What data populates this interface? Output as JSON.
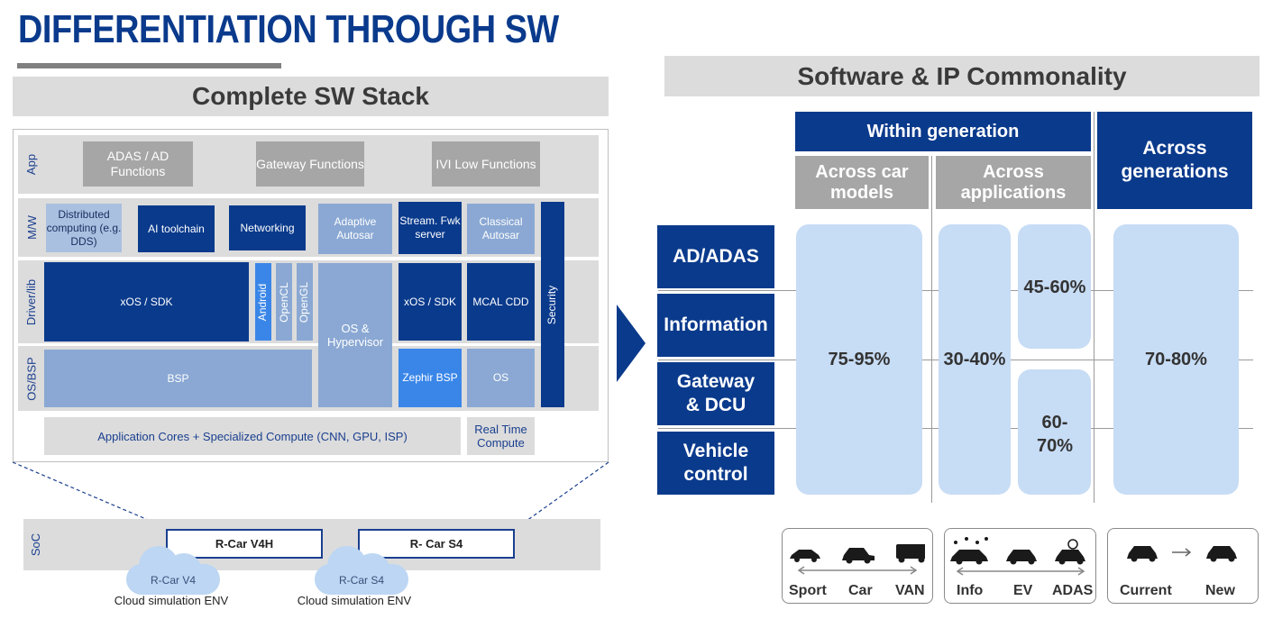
{
  "title": "DIFFERENTIATION THROUGH SW",
  "left_header": "Complete SW Stack",
  "right_header": "Software & IP Commonality",
  "bands": {
    "app": "App",
    "mw": "M/W",
    "driver": "Driver/lib",
    "osbsp": "OS/BSP",
    "soc": "SoC"
  },
  "app_boxes": {
    "adas": "ADAS / AD Functions",
    "gateway": "Gateway Functions",
    "ivi": "IVI Low Functions"
  },
  "mw_boxes": {
    "distributed": "Distributed computing (e.g. DDS)",
    "ai": "AI toolchain",
    "networking": "Networking",
    "adaptive": "Adaptive Autosar",
    "stream": "Stream. Fwk server",
    "classical": "Classical Autosar"
  },
  "security": "Security",
  "driver_boxes": {
    "xos_sdk": "xOS / SDK",
    "android": "Android",
    "opencl": "OpenCL",
    "opengl": "OpenGL",
    "os_hypervisor": "OS & Hypervisor",
    "xos_sdk2": "xOS / SDK",
    "mcal": "MCAL CDD"
  },
  "os_boxes": {
    "bsp": "BSP",
    "zephir": "Zephir BSP",
    "os": "OS"
  },
  "hw_boxes": {
    "app_cores": "Application Cores + Specialized Compute (CNN, GPU, ISP)",
    "realtime": "Real Time Compute"
  },
  "soc": {
    "v4h": "R-Car V4H",
    "s4": "R- Car S4"
  },
  "clouds": [
    {
      "label": "R-Car V4",
      "caption": "Cloud simulation ENV"
    },
    {
      "label": "R-Car S4",
      "caption": "Cloud simulation ENV"
    }
  ],
  "matrix": {
    "within_generation": "Within generation",
    "across_car_models": "Across car models",
    "across_applications": "Across applications",
    "across_generations": "Across generations",
    "rows": [
      "AD/ADAS",
      "Information",
      "Gateway & DCU",
      "Vehicle control"
    ],
    "values": {
      "car_models": "75-95%",
      "applications": "30-40%",
      "app_upper": "45-60%",
      "app_lower": "60-70%",
      "generations": "70-80%"
    }
  },
  "legend": {
    "car_models": [
      "Sport",
      "Car",
      "VAN"
    ],
    "applications": [
      "Info",
      "EV",
      "ADAS"
    ],
    "generations": [
      "Current",
      "New"
    ]
  },
  "colors": {
    "navy": "#0a3a8c",
    "pill": "#c7dcf5",
    "gray": "#a6a6a6",
    "header_gray": "#dcdcdc"
  }
}
